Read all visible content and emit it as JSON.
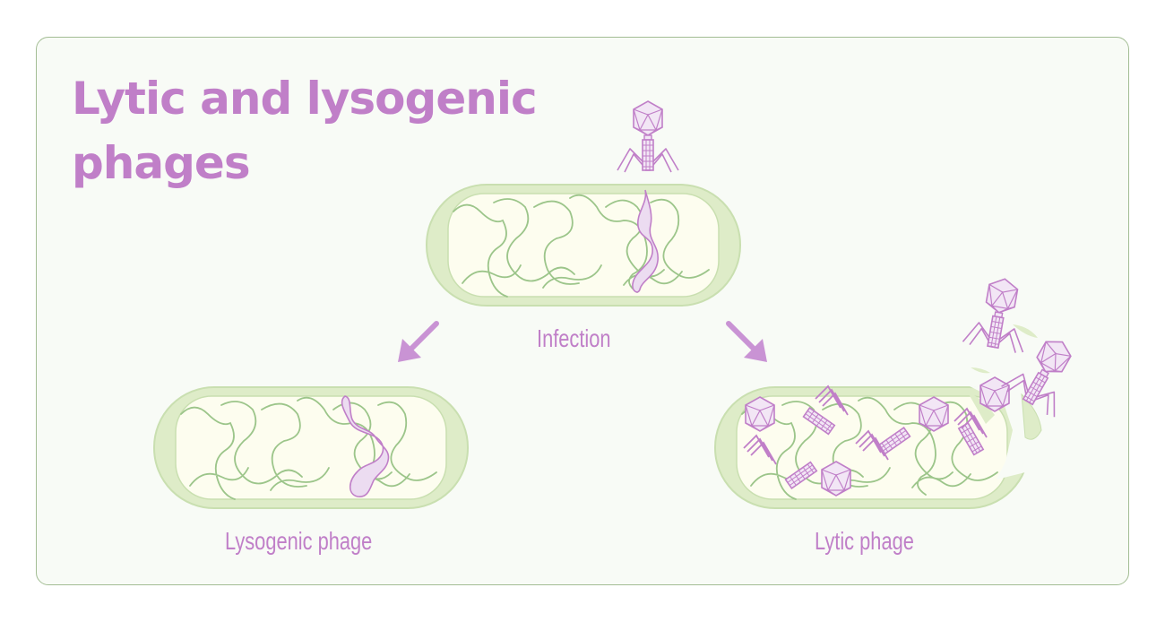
{
  "title": {
    "line1": "Lytic and lysogenic",
    "line2": "phages"
  },
  "labels": {
    "infection": "Infection",
    "lysogenic": "Lysogenic phage",
    "lytic": "Lytic phage"
  },
  "colors": {
    "accent_purple": "#c07fc8",
    "arrow_purple": "#c993d4",
    "cell_wall": "#deecc8",
    "cell_outline": "#c9dfb0",
    "cytoplasm": "#fdfdef",
    "dna_green": "#9cc58a",
    "phage_fill": "#f2e6f5",
    "panel_bg": "#f8fbf6",
    "panel_border": "#a3bd94"
  },
  "diagram": {
    "nodes": [
      {
        "id": "infection",
        "label_ref": "labels.infection",
        "state": "phage attached, injecting DNA"
      },
      {
        "id": "lysogenic",
        "label_ref": "labels.lysogenic",
        "state": "phage DNA integrated into host chromosome"
      },
      {
        "id": "lytic",
        "label_ref": "labels.lytic",
        "state": "new phages assembled, cell bursts"
      }
    ],
    "edges": [
      {
        "from": "infection",
        "to": "lysogenic"
      },
      {
        "from": "infection",
        "to": "lytic"
      }
    ]
  }
}
